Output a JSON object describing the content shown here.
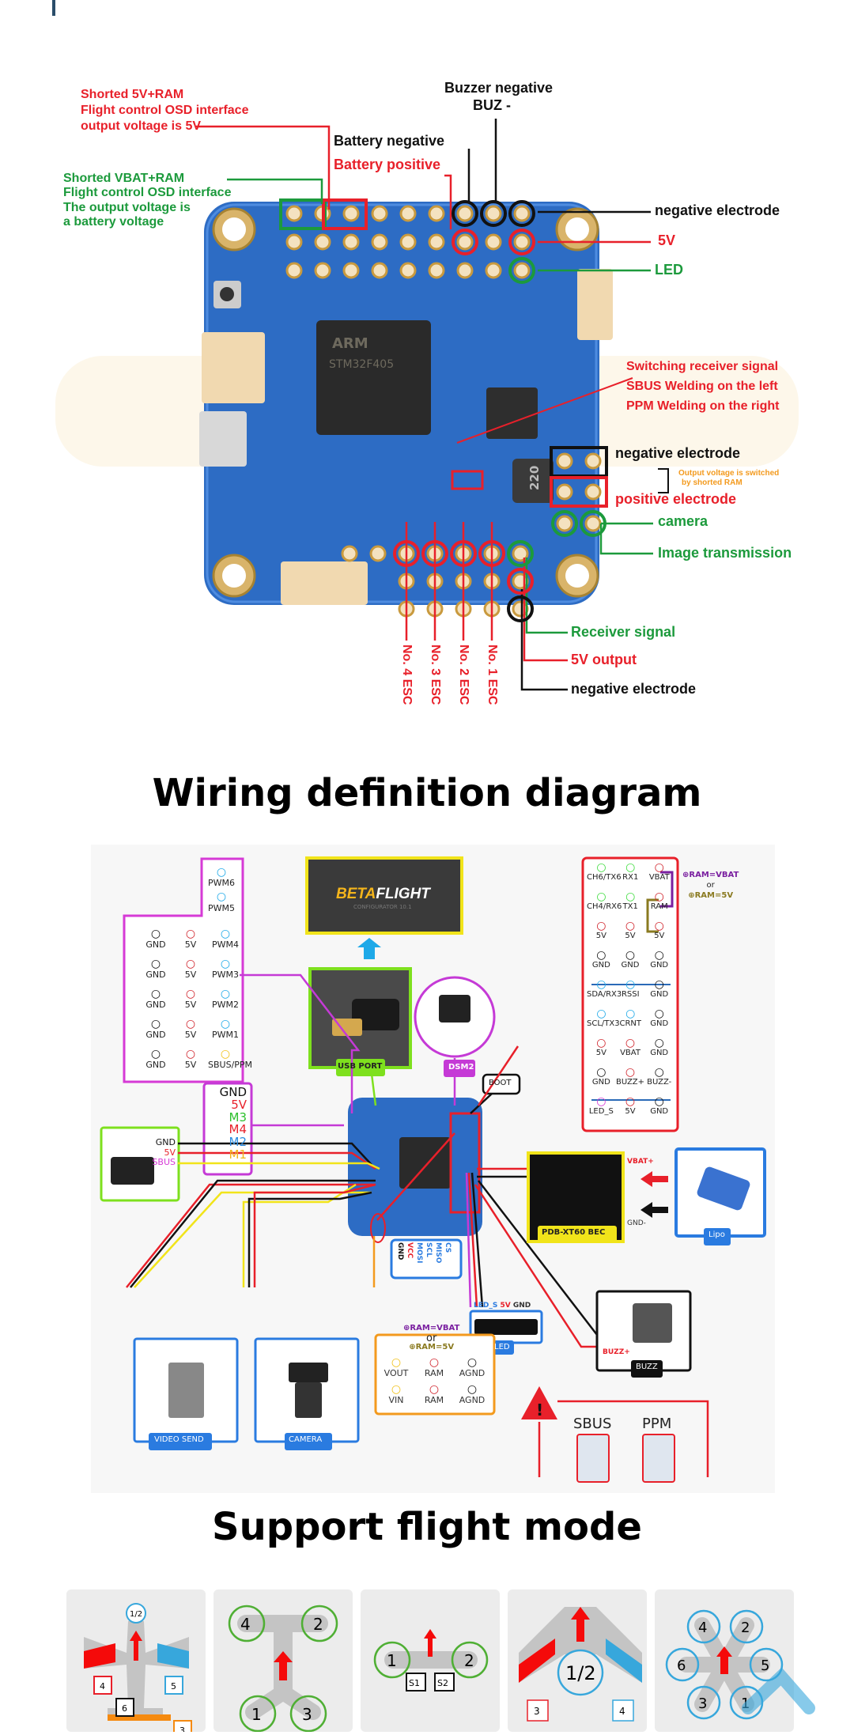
{
  "pinout_section": {
    "callouts_left": {
      "shorted_5v_ram": [
        "Shorted 5V+RAM",
        "Flight control OSD interface",
        "output voltage is 5V"
      ],
      "shorted_vbat_ram": [
        "Shorted VBAT+RAM",
        "Flight control OSD interface",
        "The output voltage is",
        "a battery voltage"
      ]
    },
    "callouts_top": {
      "buzzer_negative": "Buzzer negative",
      "buz_minus": "BUZ -",
      "battery_negative": "Battery negative",
      "battery_positive": "Battery positive"
    },
    "callouts_right": {
      "negative_electrode_top": "negative electrode",
      "five_v": "5V",
      "led": "LED",
      "switching": [
        "Switching receiver signal",
        "SBUS Welding on the left",
        "PPM Welding on the right"
      ],
      "negative_electrode_mid": "negative electrode",
      "output_note": [
        "Output voltage is switched",
        "by shorted RAM"
      ],
      "positive_electrode": "positive electrode",
      "camera": "camera",
      "image_transmission": "Image transmission"
    },
    "callouts_bottom": {
      "esc": [
        "No. 4 ESC",
        "No. 3 ESC",
        "No. 2 ESC",
        "No. 1 ESC"
      ],
      "receiver_signal": "Receiver signal",
      "five_v_output": "5V output",
      "negative_electrode_bottom": "negative electrode"
    },
    "chip_text": [
      "ARM",
      "STM32F405"
    ],
    "inductor_text": "220"
  },
  "wiring_section": {
    "title": "Wiring definition diagram",
    "left_header": {
      "pwm_top": [
        "PWM6",
        "PWM5"
      ],
      "rows": [
        [
          "GND",
          "5V",
          "PWM4"
        ],
        [
          "GND",
          "5V",
          "PWM3"
        ],
        [
          "GND",
          "5V",
          "PWM2"
        ],
        [
          "GND",
          "5V",
          "PWM1"
        ],
        [
          "GND",
          "5V",
          "SBUS/PPM"
        ]
      ]
    },
    "betaflight": {
      "name_a": "BETA",
      "name_b": "FLIGHT",
      "sub": "CONFIGURATOR 10.1"
    },
    "usb_port": "USB PORT",
    "dsm2": "DSM2",
    "boot": "BOOT",
    "motor_box": [
      "GND",
      "5V",
      "M3",
      "M4",
      "M2",
      "M1"
    ],
    "receiver_pins": [
      "GND",
      "5V",
      "SBUS"
    ],
    "right_header": {
      "rows": [
        [
          "CH6/TX6",
          "RX1",
          "VBAT"
        ],
        [
          "CH4/RX6",
          "TX1",
          "RAM"
        ],
        [
          "5V",
          "5V",
          "5V"
        ],
        [
          "GND",
          "GND",
          "GND"
        ],
        [
          "SDA/RX3",
          "RSSI",
          "GND"
        ],
        [
          "SCL/TX3",
          "CRNT",
          "GND"
        ],
        [
          "5V",
          "VBAT",
          "GND"
        ],
        [
          "GND",
          "BUZZ+",
          "BUZZ-"
        ],
        [
          "LED_S",
          "5V",
          "GND"
        ]
      ],
      "ram_vbat": "RAM=VBAT",
      "or": "or",
      "ram_5v": "RAM=5V"
    },
    "bec": {
      "label": "PDB-XT60 BEC",
      "vbat_plus": "VBAT+",
      "gnd_minus": "GND-"
    },
    "lipo": "Lipo",
    "spi_pins": [
      "GND",
      "VCC",
      "MOSI",
      "SCL",
      "MISO",
      "CS"
    ],
    "led_module": {
      "pins": [
        "LED_S",
        "5V",
        "GND"
      ],
      "label": "LED"
    },
    "buzzer": {
      "label": "BUZZ",
      "pin": "BUZZ+"
    },
    "video_send": "VIDEO SEND",
    "camera": "CAMERA",
    "osd_box": {
      "ram_vbat": "RAM=VBAT",
      "or": "or",
      "ram_5v": "RAM=5V",
      "row1": [
        "VOUT",
        "RAM",
        "AGND"
      ],
      "row2": [
        "VIN",
        "RAM",
        "AGND"
      ]
    },
    "receiver_select": {
      "sbus": "SBUS",
      "ppm": "PPM"
    }
  },
  "flight_modes": {
    "title": "Support flight mode",
    "cards": [
      {
        "name": "airplane",
        "labels": [
          "1/2",
          "4",
          "5",
          "6",
          "3"
        ]
      },
      {
        "name": "y-copter",
        "labels": [
          "4",
          "2",
          "1",
          "3"
        ]
      },
      {
        "name": "bicopter",
        "labels": [
          "1",
          "2",
          "S1",
          "S2"
        ]
      },
      {
        "name": "flying-wing",
        "labels": [
          "1/2",
          "3",
          "4"
        ]
      },
      {
        "name": "hexacopter",
        "labels": [
          "4",
          "2",
          "6",
          "5",
          "3",
          "1"
        ]
      }
    ]
  }
}
